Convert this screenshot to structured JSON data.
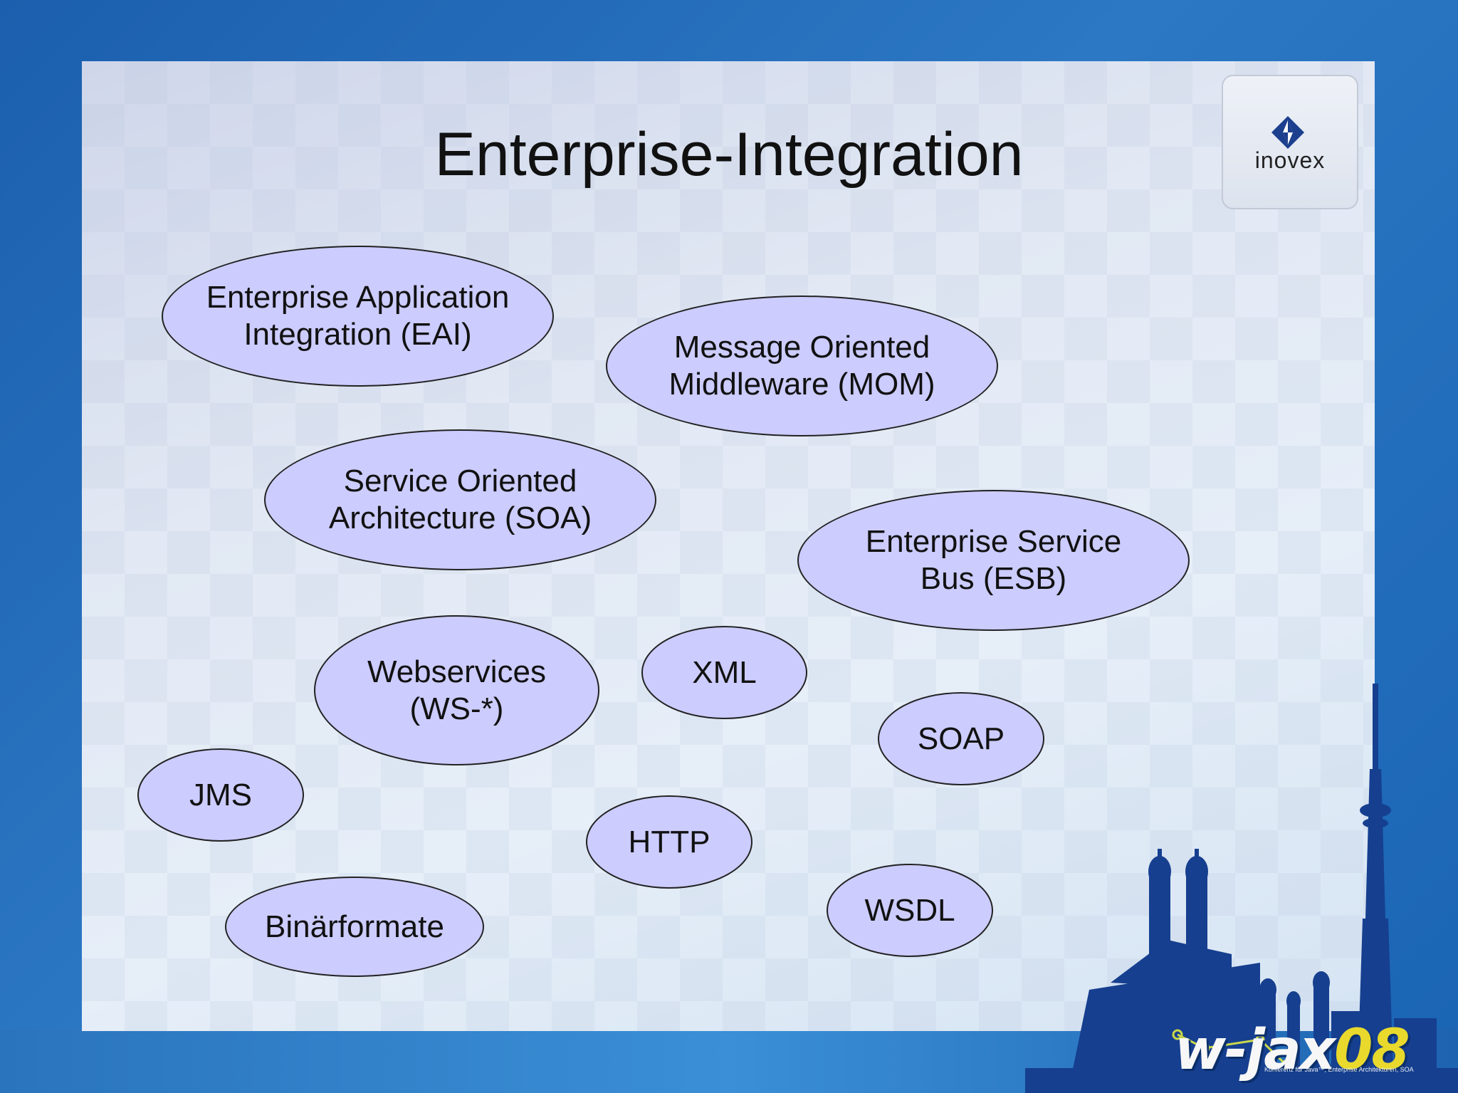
{
  "slide": {
    "title": "Enterprise-Integration"
  },
  "logo": {
    "icon": "inovex-diamond-icon",
    "text": "inovex"
  },
  "bubbles": [
    {
      "line1": "Enterprise Application",
      "line2": "Integration (EAI)"
    },
    {
      "line1": "Message Oriented",
      "line2": "Middleware (MOM)"
    },
    {
      "line1": "Service Oriented",
      "line2": "Architecture (SOA)"
    },
    {
      "line1": "Enterprise Service",
      "line2": "Bus (ESB)"
    },
    {
      "line1": "Webservices",
      "line2": "(WS-*)"
    },
    {
      "line1": "XML"
    },
    {
      "line1": "SOAP"
    },
    {
      "line1": "JMS"
    },
    {
      "line1": "HTTP"
    },
    {
      "line1": "WSDL"
    },
    {
      "line1": "Binärformate"
    }
  ],
  "conference": {
    "name": "w-jax",
    "year": "08",
    "tagline": "Konferenz für Java™, Enterprise Architekturen, SOA"
  },
  "colors": {
    "bubble_fill": "#ccccff",
    "bubble_stroke": "#222222",
    "background_blue": "#1b5fae",
    "skyline": "#163f8f",
    "wjax_year": "#e8d92c"
  }
}
